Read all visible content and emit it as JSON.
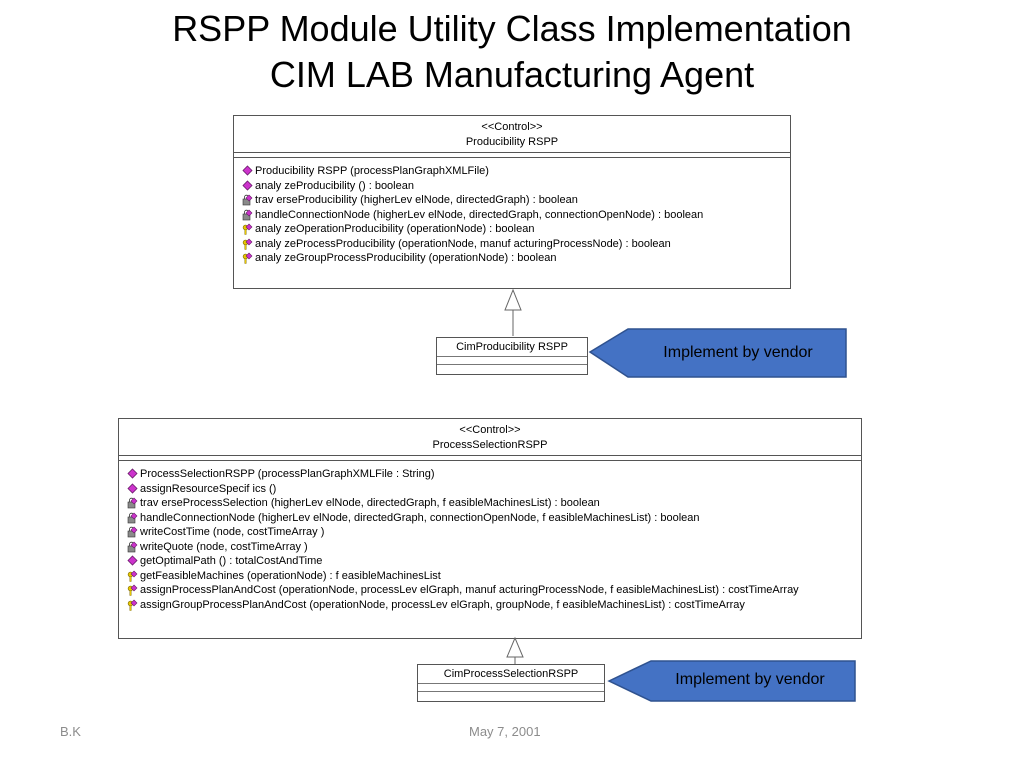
{
  "title": {
    "line1": "RSPP Module Utility Class Implementation",
    "line2": "CIM LAB Manufacturing Agent"
  },
  "colors": {
    "callout_fill": "#4472c4",
    "callout_stroke": "#2f528f",
    "public_icon": "#cc33cc",
    "border": "#555555"
  },
  "class1": {
    "stereotype": "<<Control>>",
    "name": "Producibility RSPP",
    "operations": [
      {
        "visibility": "public",
        "icon": "public-op-icon",
        "text": "Producibility RSPP (processPlanGraphXMLFile)"
      },
      {
        "visibility": "public",
        "icon": "public-op-icon",
        "text": "analy zeProducibility  () : boolean"
      },
      {
        "visibility": "private",
        "icon": "private-op-icon",
        "text": "trav erseProducibility  (higherLev elNode, directedGraph) : boolean"
      },
      {
        "visibility": "private",
        "icon": "private-op-icon",
        "text": "handleConnectionNode (higherLev elNode, directedGraph, connectionOpenNode) : boolean"
      },
      {
        "visibility": "protected",
        "icon": "protected-op-icon",
        "text": "analy zeOperationProducibility  (operationNode) : boolean"
      },
      {
        "visibility": "protected",
        "icon": "protected-op-icon",
        "text": "analy zeProcessProducibility  (operationNode, manuf acturingProcessNode) : boolean"
      },
      {
        "visibility": "protected",
        "icon": "protected-op-icon",
        "text": "analy zeGroupProcessProducibility  (operationNode) : boolean"
      }
    ]
  },
  "subclass1": {
    "name": "CimProducibility RSPP"
  },
  "callout1": {
    "text": "Implement by vendor"
  },
  "class2": {
    "stereotype": "<<Control>>",
    "name": "ProcessSelectionRSPP",
    "operations": [
      {
        "visibility": "public",
        "icon": "public-op-icon",
        "text": "ProcessSelectionRSPP (processPlanGraphXMLFile : String)"
      },
      {
        "visibility": "public",
        "icon": "public-op-icon",
        "text": "assignResourceSpecif ics ()"
      },
      {
        "visibility": "private",
        "icon": "private-op-icon",
        "text": "trav erseProcessSelection (higherLev elNode, directedGraph, f easibleMachinesList) : boolean"
      },
      {
        "visibility": "private",
        "icon": "private-op-icon",
        "text": "handleConnectionNode (higherLev elNode, directedGraph, connectionOpenNode, f easibleMachinesList) : boolean"
      },
      {
        "visibility": "private",
        "icon": "private-op-icon",
        "text": "writeCostTime (node, costTimeArray )"
      },
      {
        "visibility": "private",
        "icon": "private-op-icon",
        "text": "writeQuote (node, costTimeArray )"
      },
      {
        "visibility": "public",
        "icon": "public-op-icon",
        "text": "getOptimalPath () : totalCostAndTime"
      },
      {
        "visibility": "protected",
        "icon": "protected-op-icon",
        "text": "getFeasibleMachines (operationNode) : f easibleMachinesList"
      },
      {
        "visibility": "protected",
        "icon": "protected-op-icon",
        "text": "assignProcessPlanAndCost (operationNode, processLev elGraph, manuf acturingProcessNode, f easibleMachinesList) : costTimeArray"
      },
      {
        "visibility": "protected",
        "icon": "protected-op-icon",
        "text": "assignGroupProcessPlanAndCost (operationNode, processLev elGraph, groupNode, f easibleMachinesList) : costTimeArray"
      }
    ]
  },
  "subclass2": {
    "name": "CimProcessSelectionRSPP"
  },
  "callout2": {
    "text": "Implement by vendor"
  },
  "footer": {
    "left": "B.K",
    "center": "May 7, 2001"
  }
}
